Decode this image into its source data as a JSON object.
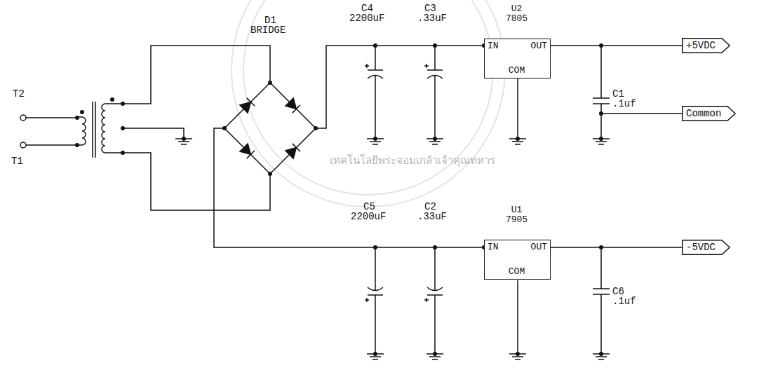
{
  "diagram": {
    "nodes": [
      {
        "text": [
          "U2",
          "7805",
          "IN",
          "OUT",
          "COM"
        ]
      },
      {
        "text": [
          "+5VDC"
        ]
      },
      {
        "text": [
          "Common"
        ]
      },
      {
        "text": [
          "U1",
          "7905",
          "IN",
          "OUT",
          "COM"
        ]
      },
      {
        "text": [
          "-5VDC"
        ]
      }
    ],
    "edges": [
      {
        "from": 0,
        "to": 1,
        "arrow": "none"
      },
      {
        "from": 3,
        "to": 4,
        "arrow": "none"
      }
    ],
    "labels": [
      "T2",
      "T1",
      "D1",
      "BRIDGE",
      "C4",
      "2200uF",
      "C3",
      ".33uF",
      "C1",
      ".1uf",
      "C5",
      "2200uF",
      "C2",
      ".33uF",
      "C6",
      ".1uf",
      "เทคโนโลยีพระจอมเกล้าเจ้าคุณทหาร"
    ]
  }
}
